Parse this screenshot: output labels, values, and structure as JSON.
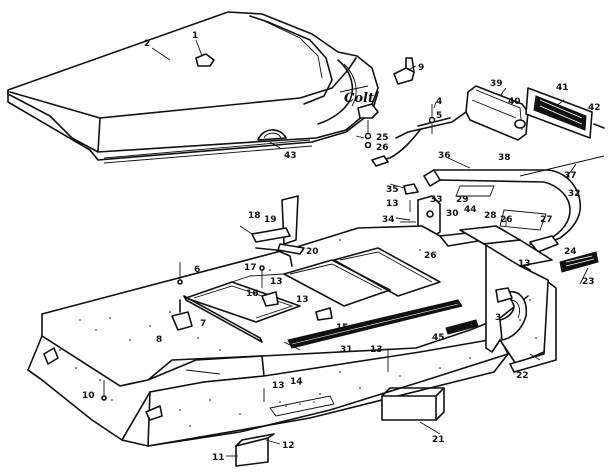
{
  "diagram": {
    "callouts": [
      {
        "id": "c1",
        "text": "1"
      },
      {
        "id": "c2",
        "text": "2"
      },
      {
        "id": "c3",
        "text": "3"
      },
      {
        "id": "c4",
        "text": "4"
      },
      {
        "id": "c5",
        "text": "5"
      },
      {
        "id": "c6",
        "text": "6"
      },
      {
        "id": "c7",
        "text": "7"
      },
      {
        "id": "c8",
        "text": "8"
      },
      {
        "id": "c9",
        "text": "9"
      },
      {
        "id": "c10",
        "text": "10"
      },
      {
        "id": "c11",
        "text": "11"
      },
      {
        "id": "c12",
        "text": "12"
      },
      {
        "id": "c13a",
        "text": "13"
      },
      {
        "id": "c13b",
        "text": "13"
      },
      {
        "id": "c13c",
        "text": "13"
      },
      {
        "id": "c13d",
        "text": "13"
      },
      {
        "id": "c13e",
        "text": "13"
      },
      {
        "id": "c13f",
        "text": "13"
      },
      {
        "id": "c14",
        "text": "14"
      },
      {
        "id": "c15",
        "text": "15"
      },
      {
        "id": "c16",
        "text": "16"
      },
      {
        "id": "c17",
        "text": "17"
      },
      {
        "id": "c18",
        "text": "18"
      },
      {
        "id": "c19",
        "text": "19"
      },
      {
        "id": "c20",
        "text": "20"
      },
      {
        "id": "c21",
        "text": "21"
      },
      {
        "id": "c22",
        "text": "22"
      },
      {
        "id": "c23",
        "text": "23"
      },
      {
        "id": "c24",
        "text": "24"
      },
      {
        "id": "c25",
        "text": "25"
      },
      {
        "id": "c26a",
        "text": "26"
      },
      {
        "id": "c26b",
        "text": "26"
      },
      {
        "id": "c26c",
        "text": "26"
      },
      {
        "id": "c27",
        "text": "27"
      },
      {
        "id": "c28",
        "text": "28"
      },
      {
        "id": "c29",
        "text": "29"
      },
      {
        "id": "c30",
        "text": "30"
      },
      {
        "id": "c31",
        "text": "31"
      },
      {
        "id": "c32",
        "text": "32"
      },
      {
        "id": "c33",
        "text": "33"
      },
      {
        "id": "c34",
        "text": "34"
      },
      {
        "id": "c35",
        "text": "35"
      },
      {
        "id": "c36",
        "text": "36"
      },
      {
        "id": "c37",
        "text": "37"
      },
      {
        "id": "c38",
        "text": "38"
      },
      {
        "id": "c39",
        "text": "39"
      },
      {
        "id": "c40",
        "text": "40"
      },
      {
        "id": "c41",
        "text": "41"
      },
      {
        "id": "c42",
        "text": "42"
      },
      {
        "id": "c43",
        "text": "43"
      },
      {
        "id": "c44",
        "text": "44"
      },
      {
        "id": "c45",
        "text": "45"
      }
    ],
    "seat_logo": "Colt"
  }
}
